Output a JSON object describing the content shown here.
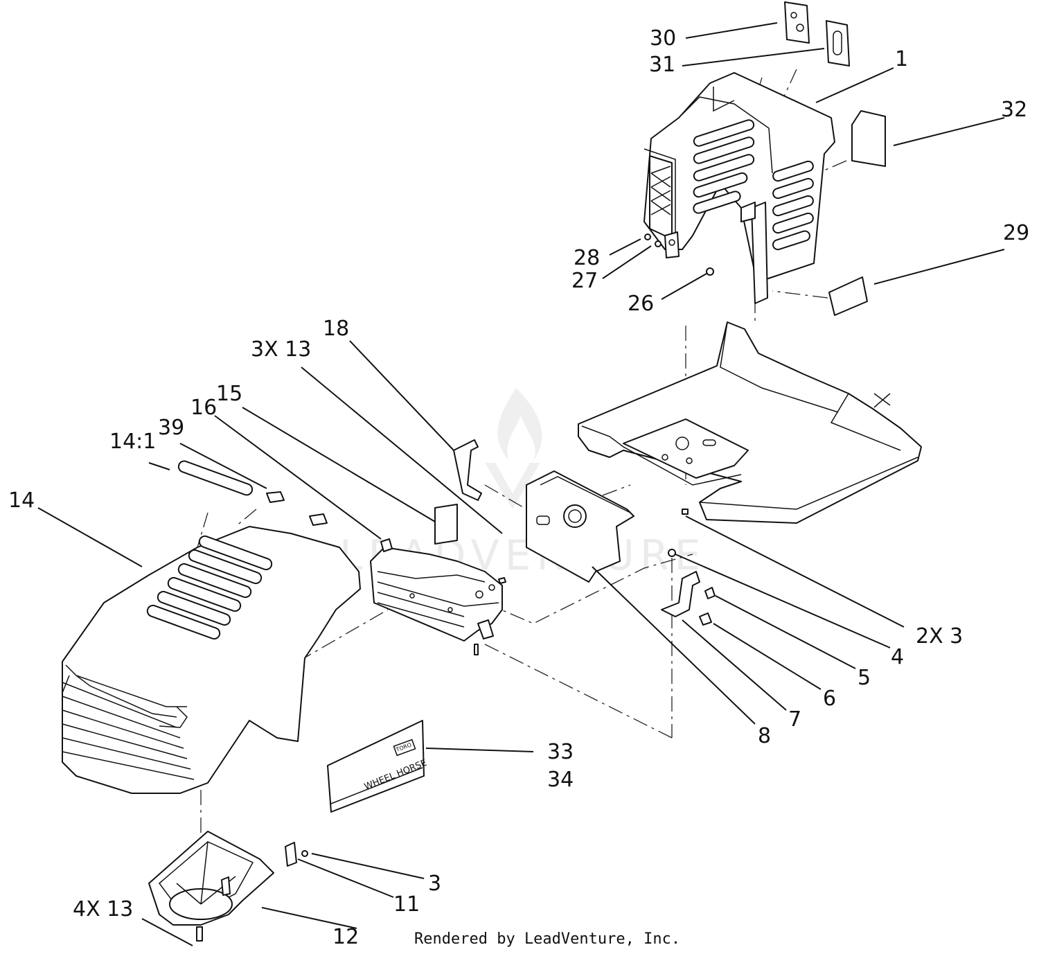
{
  "diagram": {
    "callouts": [
      {
        "id": "c30",
        "text": "30"
      },
      {
        "id": "c31",
        "text": "31"
      },
      {
        "id": "c1",
        "text": "1"
      },
      {
        "id": "c32",
        "text": "32"
      },
      {
        "id": "c29",
        "text": "29"
      },
      {
        "id": "c28",
        "text": "28"
      },
      {
        "id": "c27",
        "text": "27"
      },
      {
        "id": "c26",
        "text": "26"
      },
      {
        "id": "c18",
        "text": "18"
      },
      {
        "id": "c3x13",
        "text": "3X 13"
      },
      {
        "id": "c15",
        "text": "15"
      },
      {
        "id": "c16",
        "text": "16"
      },
      {
        "id": "c39",
        "text": "39"
      },
      {
        "id": "c14_1",
        "text": "14:1"
      },
      {
        "id": "c14",
        "text": "14"
      },
      {
        "id": "c2x3",
        "text": "2X 3"
      },
      {
        "id": "c4",
        "text": "4"
      },
      {
        "id": "c5",
        "text": "5"
      },
      {
        "id": "c6",
        "text": "6"
      },
      {
        "id": "c7",
        "text": "7"
      },
      {
        "id": "c8",
        "text": "8"
      },
      {
        "id": "c33",
        "text": "33"
      },
      {
        "id": "c34",
        "text": "34"
      },
      {
        "id": "c3",
        "text": "3"
      },
      {
        "id": "c11",
        "text": "11"
      },
      {
        "id": "c12",
        "text": "12"
      },
      {
        "id": "c4x13",
        "text": "4X 13"
      }
    ],
    "decal_text": "WHEEL HORSE",
    "decal_badge": "TORO",
    "watermark": "LEADVENTURE",
    "credit": "Rendered by LeadVenture, Inc."
  }
}
